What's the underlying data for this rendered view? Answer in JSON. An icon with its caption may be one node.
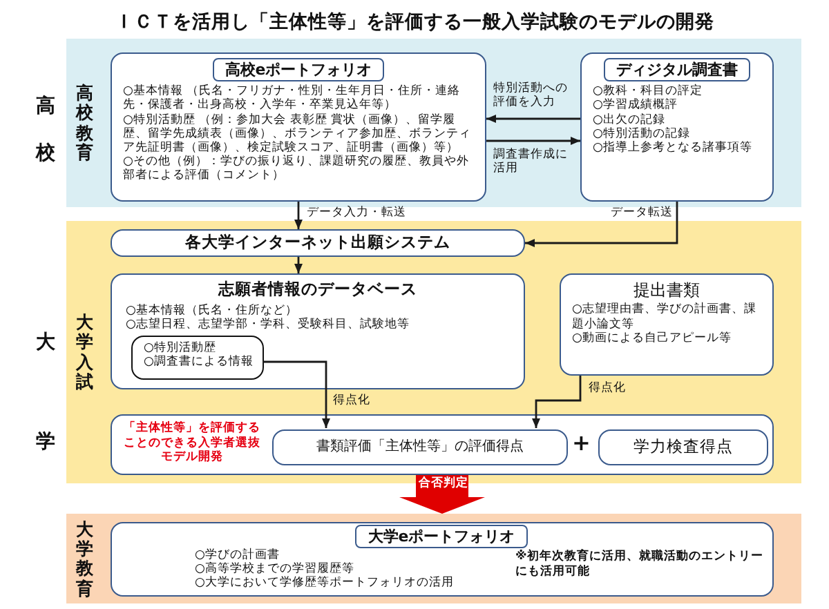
{
  "diagram": {
    "title": "ＩＣＴを活用し「主体性等」を評価する一般入学試験のモデルの開発",
    "nodes": [
      {
        "text": [
          "高校教育"
        ]
      },
      {
        "text": [
          "高校eポートフォリオ",
          "○基本情報 （氏名・フリガナ・性別・生年月日・住所・連絡先・保護者・出身高校・入学年・卒業見込年等）",
          "○特別活動歴 （例：参加大会 表彰歴 賞状（画像）、留学履歴、留学先成績表（画像）、ボランティア参加歴、ボランティア先証明書（画像）、検定試験スコア、証明書（画像）等）",
          "○その他（例）：学びの振り返り、課題研究の履歴、教員や外部者による評価（コメント）"
        ],
        "in": 0
      },
      {
        "text": [
          "ディジタル調査書",
          "○教科・科目の評定",
          "○学習成績概評",
          "○出欠の記録",
          "○特別活動の記録",
          "○指導上参考となる諸事項等"
        ],
        "in": 0
      },
      {
        "text": [
          "大学入試"
        ]
      },
      {
        "text": [
          "各大学インターネット出願システム"
        ],
        "in": 3
      },
      {
        "text": [
          "志願者情報のデータベース",
          "○基本情報（氏名・住所など）",
          "○志望日程、志望学部・学科、受験科目、試験地等"
        ],
        "in": 3
      },
      {
        "text": [
          "○特別活動歴",
          "○調査書による情報"
        ],
        "in": 5
      },
      {
        "text": [
          "提出書類",
          "○志望理由書、学びの計画書、課題小論文等",
          "○動画による自己アピール等"
        ],
        "in": 3
      },
      {
        "text": [
          "「主体性等」を評価することのできる入学者選抜モデル開発"
        ],
        "in": 3
      },
      {
        "text": [
          "書類評価「主体性等」の評価得点"
        ],
        "in": 8
      },
      {
        "text": [
          "学力検査得点"
        ],
        "in": 8
      },
      {
        "text": [
          "大学教育"
        ]
      },
      {
        "text": [
          "大学eポートフォリオ",
          "○学びの計画書",
          "○高等学校までの学習履歴等",
          "○大学において学修歴等ポートフォリオの活用",
          "※初年次教育に活用、就職活動のエントリーにも活用可能"
        ],
        "in": 11
      }
    ],
    "edges": [
      {
        "from": 2,
        "to": 1,
        "arrow": "to",
        "label": "特別活動への評価を入力"
      },
      {
        "from": 1,
        "to": 2,
        "arrow": "to",
        "label": "調査書作成に活用"
      },
      {
        "from": 1,
        "to": 4,
        "arrow": "to",
        "label": "データ入力・転送"
      },
      {
        "from": 2,
        "to": 4,
        "arrow": "to",
        "label": "データ転送"
      },
      {
        "from": 4,
        "to": 5,
        "arrow": "to"
      },
      {
        "from": 6,
        "to": 9,
        "arrow": "to",
        "label": "得点化"
      },
      {
        "from": 7,
        "to": 9,
        "arrow": "to",
        "label": "得点化"
      },
      {
        "from": 8,
        "to": 11,
        "arrow": "to",
        "label": "合否判定",
        "style": "thick",
        "color": "#e00000"
      }
    ],
    "labels": [
      "高校",
      "大学",
      "+"
    ]
  }
}
